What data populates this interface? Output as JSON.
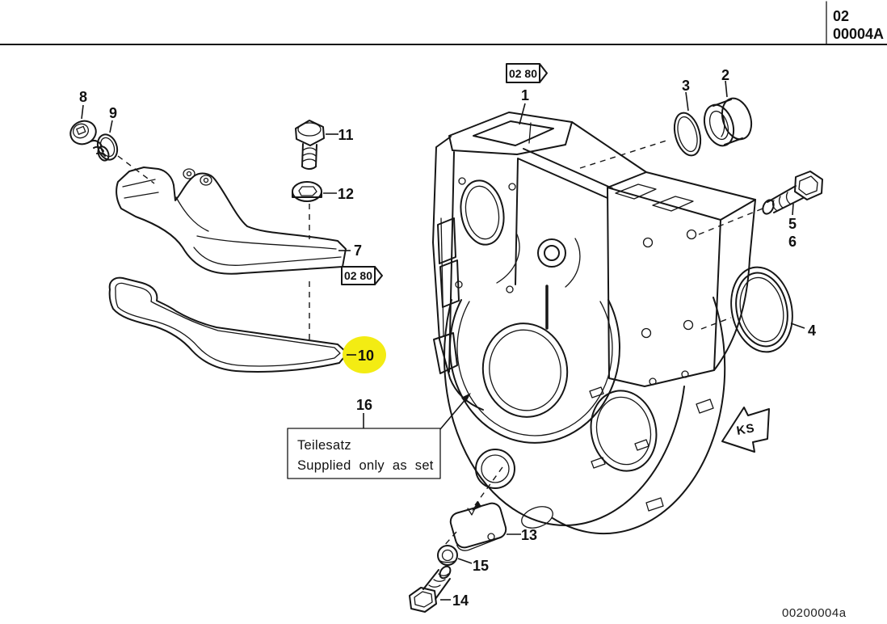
{
  "header": {
    "group_code": "02",
    "page_code": "00004A"
  },
  "footer": {
    "drawing_number": "00200004a"
  },
  "colors": {
    "highlight": "#f3ec13",
    "line": "#161616"
  },
  "ref_arrows": {
    "top": "02 80",
    "left": "02 80"
  },
  "note": {
    "line1": "Teilesatz",
    "line2": "Supplied only as set"
  },
  "direction": {
    "label": "KS"
  },
  "callouts": [
    {
      "label": "1",
      "highlighted": false
    },
    {
      "label": "2",
      "highlighted": false
    },
    {
      "label": "3",
      "highlighted": false
    },
    {
      "label": "4",
      "highlighted": false
    },
    {
      "label": "5",
      "highlighted": false
    },
    {
      "label": "6",
      "highlighted": false
    },
    {
      "label": "7",
      "highlighted": false
    },
    {
      "label": "8",
      "highlighted": false
    },
    {
      "label": "9",
      "highlighted": false
    },
    {
      "label": "10",
      "highlighted": true
    },
    {
      "label": "11",
      "highlighted": false
    },
    {
      "label": "12",
      "highlighted": false
    },
    {
      "label": "13",
      "highlighted": false
    },
    {
      "label": "14",
      "highlighted": false
    },
    {
      "label": "15",
      "highlighted": false
    },
    {
      "label": "16",
      "highlighted": false
    }
  ]
}
